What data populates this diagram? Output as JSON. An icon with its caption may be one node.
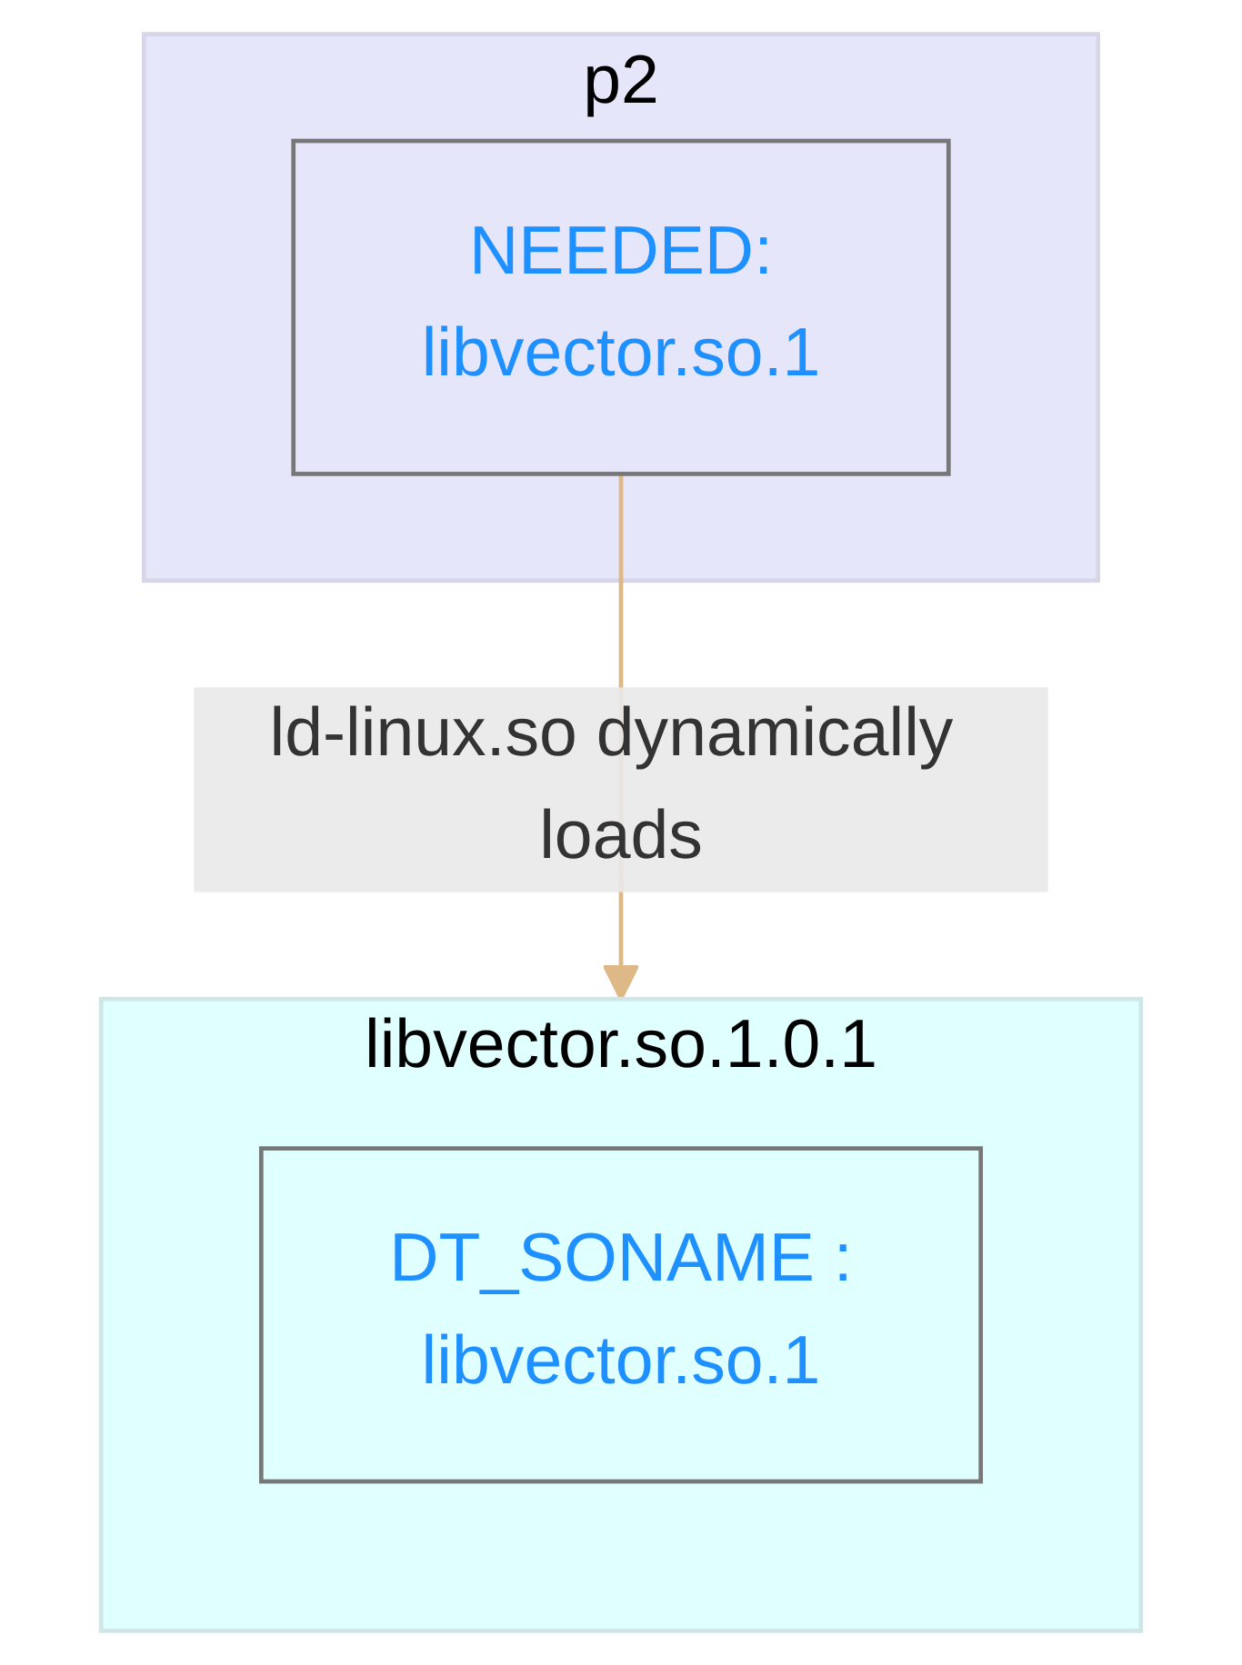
{
  "diagram": {
    "nodes": [
      {
        "text": [
          "libvector.so.1.0.1"
        ]
      },
      {
        "text": [
          "DT_SONAME :",
          "libvector.so.1"
        ],
        "in": 0
      },
      {
        "text": [
          "p2"
        ]
      },
      {
        "text": [
          "NEEDED:",
          "libvector.so.1"
        ],
        "in": 2
      }
    ],
    "edges": [
      {
        "from": 3,
        "to": 0,
        "arrow": "to",
        "label": "ld-linux.so dynamically loads",
        "color": "#deb887"
      }
    ]
  }
}
